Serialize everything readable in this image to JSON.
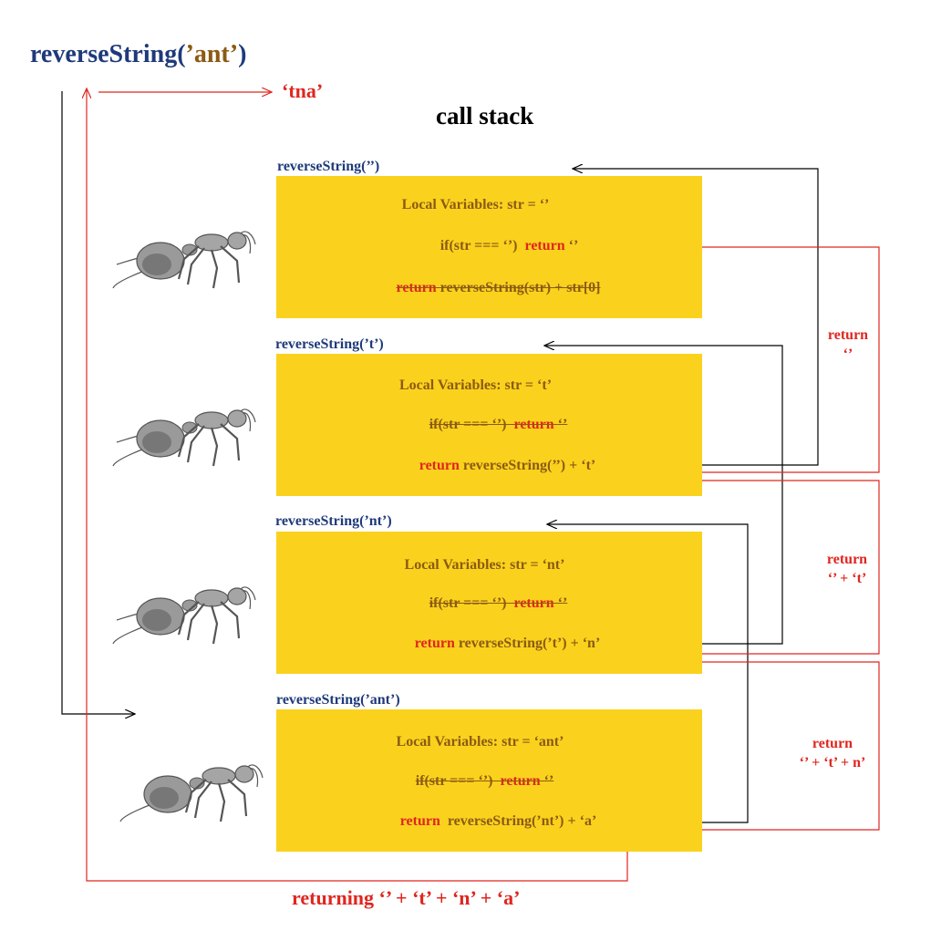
{
  "colors": {
    "frame_fill": "#fad21d",
    "call_text": "#1f3a7a",
    "arg_text": "#8b5a14",
    "return_text": "#e0261f"
  },
  "icons": {
    "frame_illustration": "ant-icon"
  },
  "header": {
    "call_name": "reverseString(",
    "call_arg": "’ant’",
    "call_close": ")",
    "result": "‘tna’",
    "stack_title": "call stack"
  },
  "frames": [
    {
      "label": "reverseString(’’)",
      "vars": "Local Variables: str = ‘’",
      "if_cond": "if(str === ‘’)",
      "if_kw": "return",
      "if_val": "‘’",
      "rec_kw": "return",
      "rec_expr": "reverseString(str) + str[0]"
    },
    {
      "label": "reverseString(’t’)",
      "vars": "Local Variables: str = ‘t’",
      "if_cond": "if(str === ‘’)",
      "if_kw": "return",
      "if_val": "‘’",
      "rec_kw": "return",
      "rec_expr": "reverseString(’’) + ‘t’"
    },
    {
      "label": "reverseString(’nt’)",
      "vars": "Local Variables: str = ‘nt’",
      "if_cond": "if(str === ‘’)",
      "if_kw": "return",
      "if_val": "‘’",
      "rec_kw": "return",
      "rec_expr": "reverseString(’t’) + ‘n’"
    },
    {
      "label": "reverseString(’ant’)",
      "vars": "Local Variables: str = ‘ant’",
      "if_cond": "if(str === ‘’)",
      "if_kw": "return",
      "if_val": "‘’",
      "rec_kw": "return",
      "rec_expr": "reverseString(’nt’) + ‘a’"
    }
  ],
  "return_labels": [
    {
      "line1": "return",
      "line2": "‘’"
    },
    {
      "line1": "return",
      "line2": "‘’ + ‘t’"
    },
    {
      "line1": "return",
      "line2": "‘’ + ‘t’ + n’"
    }
  ],
  "footer": {
    "text": "returning ‘’ + ‘t’ + ‘n’ + ‘a’"
  }
}
